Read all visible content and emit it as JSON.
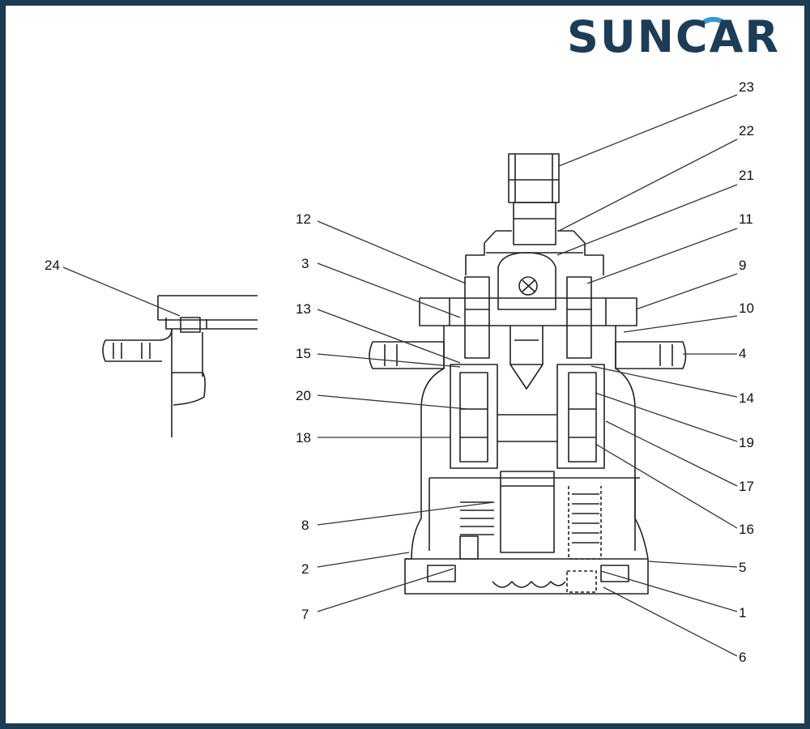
{
  "logo": {
    "text": "SUNCAR",
    "color": "#1c3d57",
    "accent": "#2f9bd3"
  },
  "frame_color": "#1d3b52",
  "callouts": [
    "1",
    "2",
    "3",
    "4",
    "5",
    "6",
    "7",
    "8",
    "9",
    "10",
    "11",
    "12",
    "13",
    "14",
    "15",
    "16",
    "17",
    "18",
    "19",
    "20",
    "21",
    "22",
    "23",
    "24"
  ]
}
